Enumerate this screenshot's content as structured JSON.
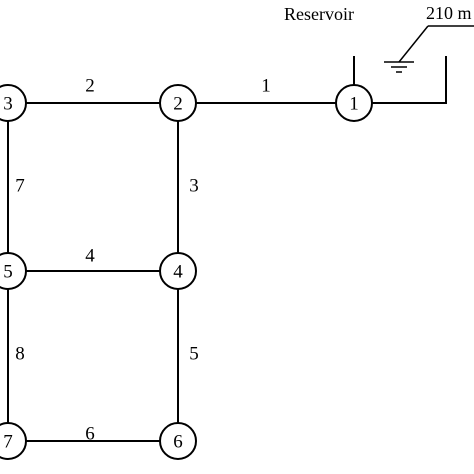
{
  "reservoir": {
    "label": "Reservoir",
    "elevation": "210 m"
  },
  "nodes": [
    {
      "id": "1",
      "label": "1"
    },
    {
      "id": "2",
      "label": "2"
    },
    {
      "id": "3",
      "label": "3"
    },
    {
      "id": "4",
      "label": "4"
    },
    {
      "id": "5",
      "label": "5"
    },
    {
      "id": "6",
      "label": "6"
    },
    {
      "id": "7",
      "label": "7"
    }
  ],
  "pipes": [
    {
      "id": "1",
      "label": "1",
      "from": "2",
      "to": "1"
    },
    {
      "id": "2",
      "label": "2",
      "from": "3",
      "to": "2"
    },
    {
      "id": "3",
      "label": "3",
      "from": "2",
      "to": "4"
    },
    {
      "id": "4",
      "label": "4",
      "from": "5",
      "to": "4"
    },
    {
      "id": "5",
      "label": "5",
      "from": "4",
      "to": "6"
    },
    {
      "id": "6",
      "label": "6",
      "from": "7",
      "to": "6"
    },
    {
      "id": "7",
      "label": "7",
      "from": "3",
      "to": "5"
    },
    {
      "id": "8",
      "label": "8",
      "from": "5",
      "to": "7"
    }
  ]
}
